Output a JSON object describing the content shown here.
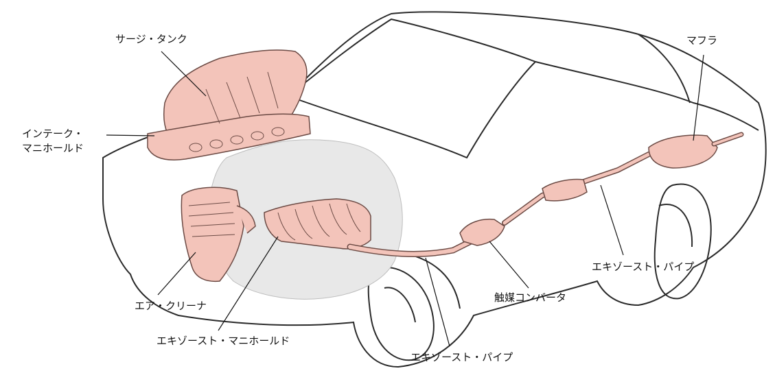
{
  "labels": {
    "surge_tank": "サージ・タンク",
    "intake_manifold_line1": "インテーク・",
    "intake_manifold_line2": "マニホールド",
    "air_cleaner": "エア・クリーナ",
    "exhaust_manifold": "エキゾースト・マニホールド",
    "exhaust_pipe_front": "エキゾースト・パイプ",
    "catalytic_converter": "触媒コンバータ",
    "exhaust_pipe_rear": "エキゾースト・パイプ",
    "muffler": "マフラ"
  },
  "colors": {
    "outline": "#2a2a2a",
    "part_fill": "#f3c4ba",
    "part_stroke": "#6b4a44",
    "engine_fill": "#e8e8e8"
  }
}
